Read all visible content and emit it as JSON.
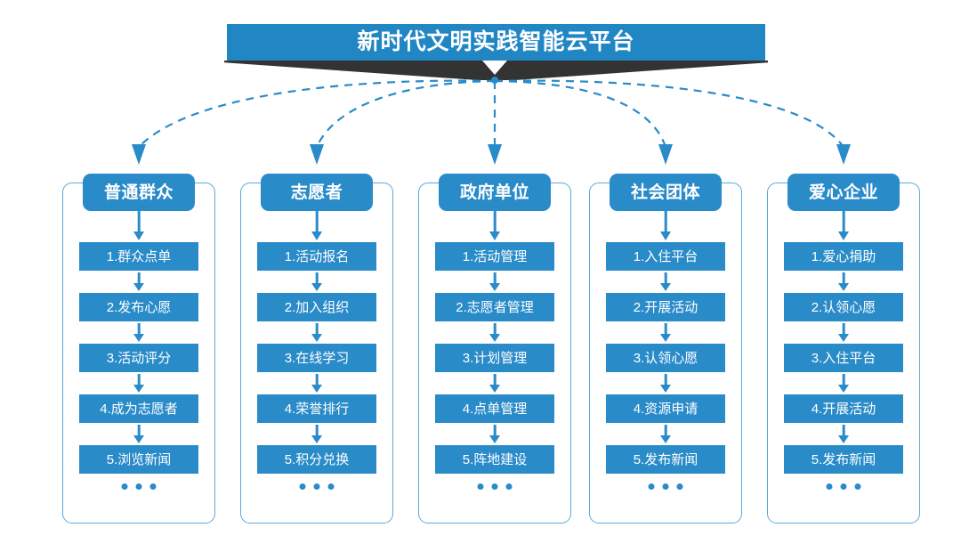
{
  "banner": {
    "title": "新时代文明实践智能云平台",
    "color": "#2186C4",
    "shadow_color": "#333333"
  },
  "theme": {
    "box_blue": "#2A8BC9",
    "outline_blue": "#5CA9D8",
    "connector_blue": "#2A8BC9",
    "text_white": "#FFFFFF",
    "background": "#FFFFFF"
  },
  "ellipsis_label": "...",
  "columns": [
    {
      "header": "普通群众",
      "steps": [
        "1.群众点单",
        "2.发布心愿",
        "3.活动评分",
        "4.成为志愿者",
        "5.浏览新闻"
      ]
    },
    {
      "header": "志愿者",
      "steps": [
        "1.活动报名",
        "2.加入组织",
        "3.在线学习",
        "4.荣誉排行",
        "5.积分兑换"
      ]
    },
    {
      "header": "政府单位",
      "steps": [
        "1.活动管理",
        "2.志愿者管理",
        "3.计划管理",
        "4.点单管理",
        "5.阵地建设"
      ]
    },
    {
      "header": "社会团体",
      "steps": [
        "1.入住平台",
        "2.开展活动",
        "3.认领心愿",
        "4.资源申请",
        "5.发布新闻"
      ]
    },
    {
      "header": "爱心企业",
      "steps": [
        "1.爱心捐助",
        "2.认领心愿",
        "3.入住平台",
        "4.开展活动",
        "5.发布新闻"
      ]
    }
  ]
}
